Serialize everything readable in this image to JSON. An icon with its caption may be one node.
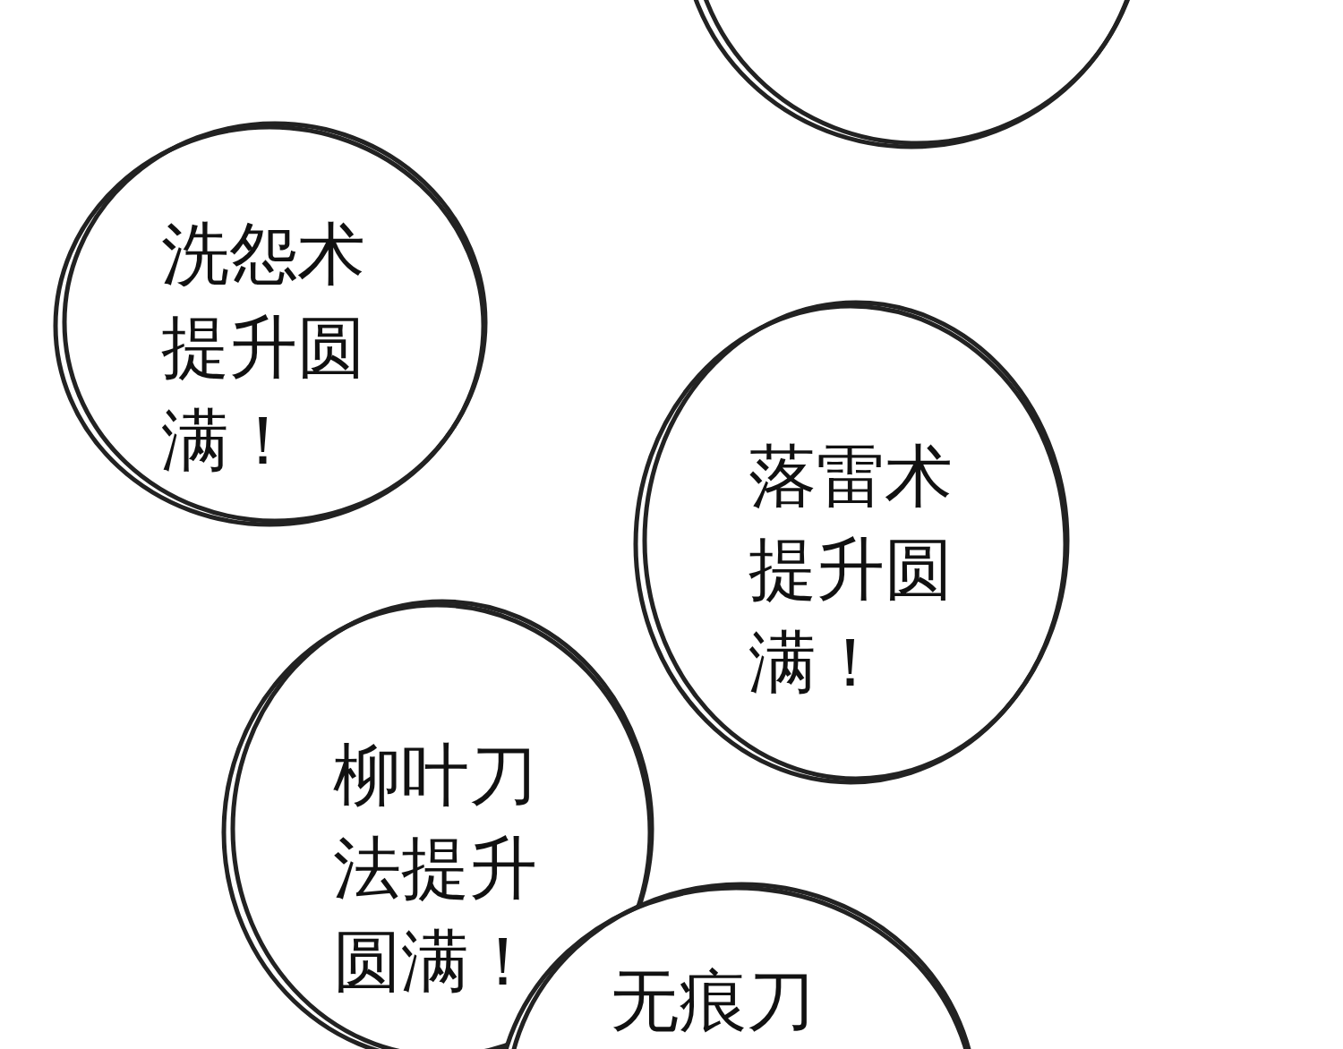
{
  "diagram": {
    "nodes": [
      {
        "text": [],
        "shape": "circle"
      },
      {
        "text": [
          "洗怨术提升圆满！"
        ]
      },
      {
        "text": [
          "落雷术提升圆满！"
        ]
      },
      {
        "text": [
          "柳叶刀法提升圆满！"
        ]
      },
      {
        "text": [
          "无痕刀"
        ]
      }
    ]
  }
}
